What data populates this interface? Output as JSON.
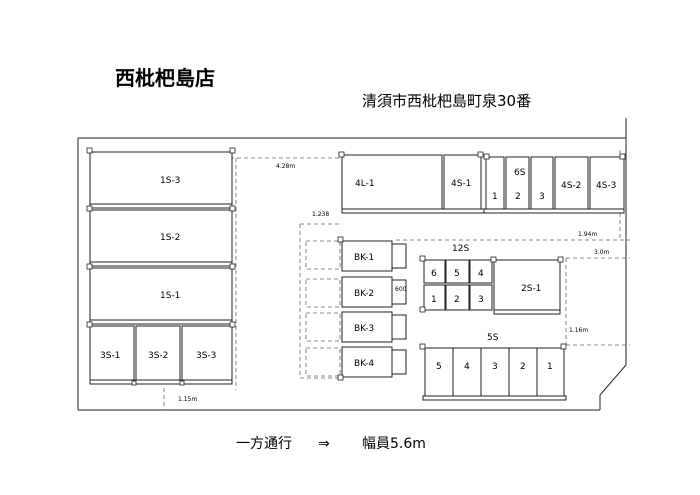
{
  "store_name": "西枇杷島店",
  "address": "清須市西枇杷島町泉30番",
  "footer": {
    "one_way": "一方通行",
    "arrow": "⇒",
    "width_note": "幅員5.6m"
  },
  "sections": {
    "sec_12s": "12S",
    "sec_6s": "6S",
    "sec_5s": "5S"
  },
  "dimensions": {
    "d_428": "4.28m",
    "d_1238": "1.238",
    "d_194": "1.94m",
    "d_30": "3.0m",
    "d_600": "600",
    "d_116": "1.16m",
    "d_115": "1.15m"
  },
  "units": {
    "u_1s3": "1S-3",
    "u_1s2": "1S-2",
    "u_1s1": "1S-1",
    "u_3s1": "3S-1",
    "u_3s2": "3S-2",
    "u_3s3": "3S-3",
    "u_4l1": "4L-1",
    "u_4s1": "4S-1",
    "u_6s1": "1",
    "u_6s2": "2",
    "u_6s3": "3",
    "u_4s2": "4S-2",
    "u_4s3": "4S-3",
    "u_bk1": "BK-1",
    "u_bk2": "BK-2",
    "u_bk3": "BK-3",
    "u_bk4": "BK-4",
    "u_12s6": "6",
    "u_12s5": "5",
    "u_12s4": "4",
    "u_12s1": "1",
    "u_12s2": "2",
    "u_12s3": "3",
    "u_2s1": "2S-1",
    "u_5s5": "5",
    "u_5s4": "4",
    "u_5s3": "3",
    "u_5s2": "2",
    "u_5s1": "1"
  }
}
